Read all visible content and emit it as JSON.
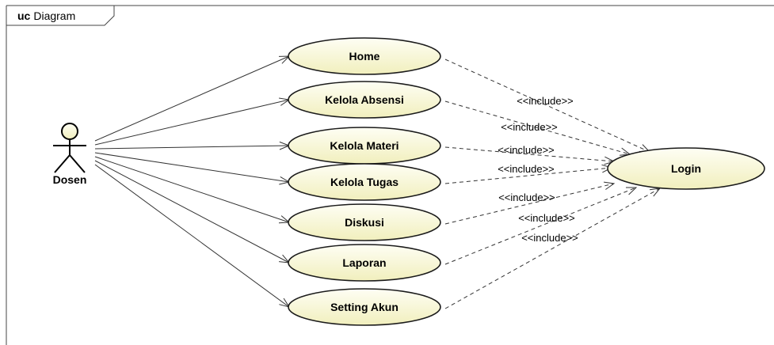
{
  "diagram": {
    "frame_keyword": "uc",
    "frame_title": "Diagram",
    "actor": {
      "name": "Dosen"
    },
    "use_cases": [
      {
        "id": "home",
        "label": "Home"
      },
      {
        "id": "kelola-absensi",
        "label": "Kelola Absensi"
      },
      {
        "id": "kelola-materi",
        "label": "Kelola Materi"
      },
      {
        "id": "kelola-tugas",
        "label": "Kelola Tugas"
      },
      {
        "id": "diskusi",
        "label": "Diskusi"
      },
      {
        "id": "laporan",
        "label": "Laporan"
      },
      {
        "id": "setting-akun",
        "label": "Setting Akun"
      }
    ],
    "login": {
      "label": "Login"
    },
    "include_label": "<<include>>",
    "colors": {
      "fill_light": "#fefef2",
      "fill_dark": "#f3f1c0",
      "stroke": "#1a1a1a"
    }
  }
}
